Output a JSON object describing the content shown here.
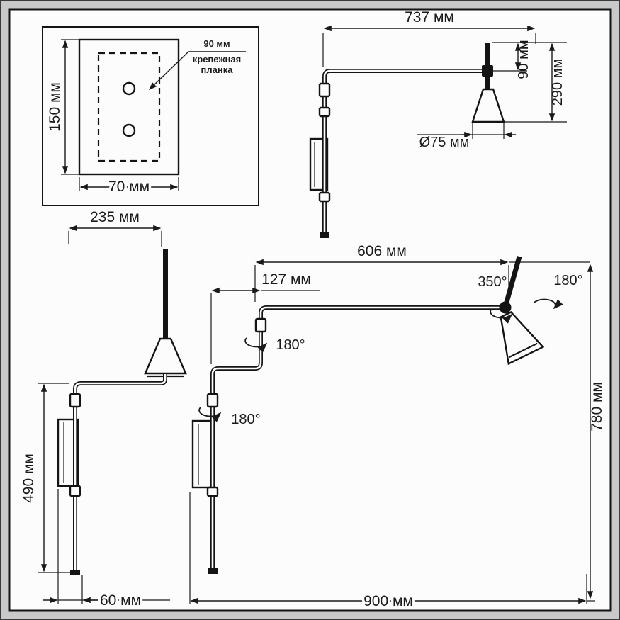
{
  "colors": {
    "ink": "#1a1a1a",
    "paper": "#fcfcfc",
    "mat": "#c9c9c9"
  },
  "labels": {
    "plate": {
      "height": "150 мм",
      "width": "70 мм",
      "holes": "90 мм",
      "bracket_line1": "крепежная",
      "bracket_line2": "планка"
    },
    "top_view": {
      "arm": "737 мм",
      "head": "90 мм",
      "total": "290 мм",
      "shade": "Ø75 мм"
    },
    "front_view": {
      "width": "235 мм",
      "height": "490 мм",
      "base": "60 мм"
    },
    "side_view": {
      "arm": "606 мм",
      "offset": "127 мм",
      "rot_head": "350°",
      "rot_head_tilt": "180°",
      "rot_elbow": "180°",
      "rot_base": "180°",
      "height": "780 мм",
      "reach": "900 мм"
    }
  }
}
